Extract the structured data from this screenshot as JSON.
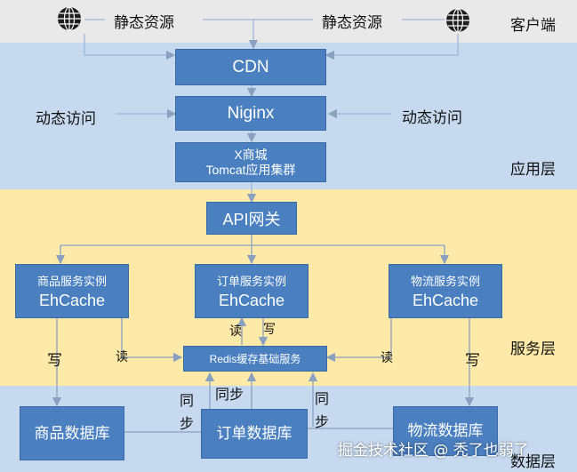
{
  "colors": {
    "client_band": "#e9e9e9",
    "app_band": "#c6d9ef",
    "service_band": "#fde9a8",
    "data_band": "#c6d9ef",
    "box_fill": "#4a7fc0",
    "wire": "#9eb6d8",
    "wire_service": "#8aa0c0"
  },
  "layers": {
    "client": "客户端",
    "app": "应用层",
    "service": "服务层",
    "data": "数据层"
  },
  "top": {
    "static_left": "静态资源",
    "static_right": "静态资源",
    "globe_left_icon": "globe-icon",
    "globe_right_icon": "globe-icon"
  },
  "app": {
    "cdn": "CDN",
    "nginx": "Niginx",
    "dynamic_left": "动态访问",
    "dynamic_right": "动态访问",
    "cluster_line1": "X商城",
    "cluster_line2": "Tomcat应用集群"
  },
  "service": {
    "gateway": "API网关",
    "goods_name": "商品服务实例",
    "goods_cache": "EhCache",
    "order_name": "订单服务实例",
    "order_cache": "EhCache",
    "logistics_name": "物流服务实例",
    "logistics_cache": "EhCache",
    "redis": "Redis缓存基础服务",
    "write_left": "写",
    "read_left": "读",
    "read_mid": "读",
    "write_mid": "写",
    "read_right": "读",
    "write_right": "写"
  },
  "data": {
    "goods_db": "商品数据库",
    "order_db": "订单数据库",
    "logistics_db": "物流数据库",
    "sync_left": "同步",
    "sync_mid": "同步",
    "sync_right": "同步"
  },
  "watermark": "掘金技术社区 @ 秃了也弱了"
}
